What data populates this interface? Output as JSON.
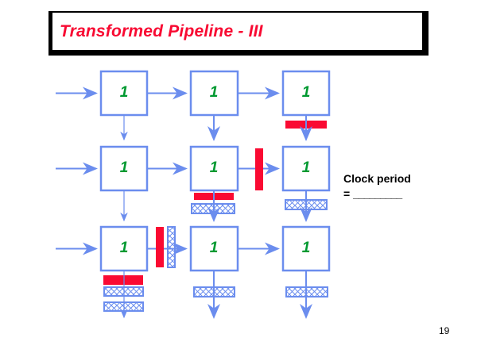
{
  "slide": {
    "title": "Transformed Pipeline - III",
    "page_number": "19"
  },
  "clock_note": {
    "line1": "Clock period",
    "line2_prefix": "=",
    "answer_blank": "_________"
  },
  "diagram": {
    "nodes": [
      {
        "label": "1"
      },
      {
        "label": "1"
      },
      {
        "label": "1"
      },
      {
        "label": "1"
      },
      {
        "label": "1"
      },
      {
        "label": "1"
      },
      {
        "label": "1"
      },
      {
        "label": "1"
      },
      {
        "label": "1"
      }
    ]
  },
  "colors": {
    "box_blue": "#6B8DEE",
    "bar_red": "#FA0A32",
    "digit_green": "#009930",
    "title_red": "#F80A32"
  }
}
